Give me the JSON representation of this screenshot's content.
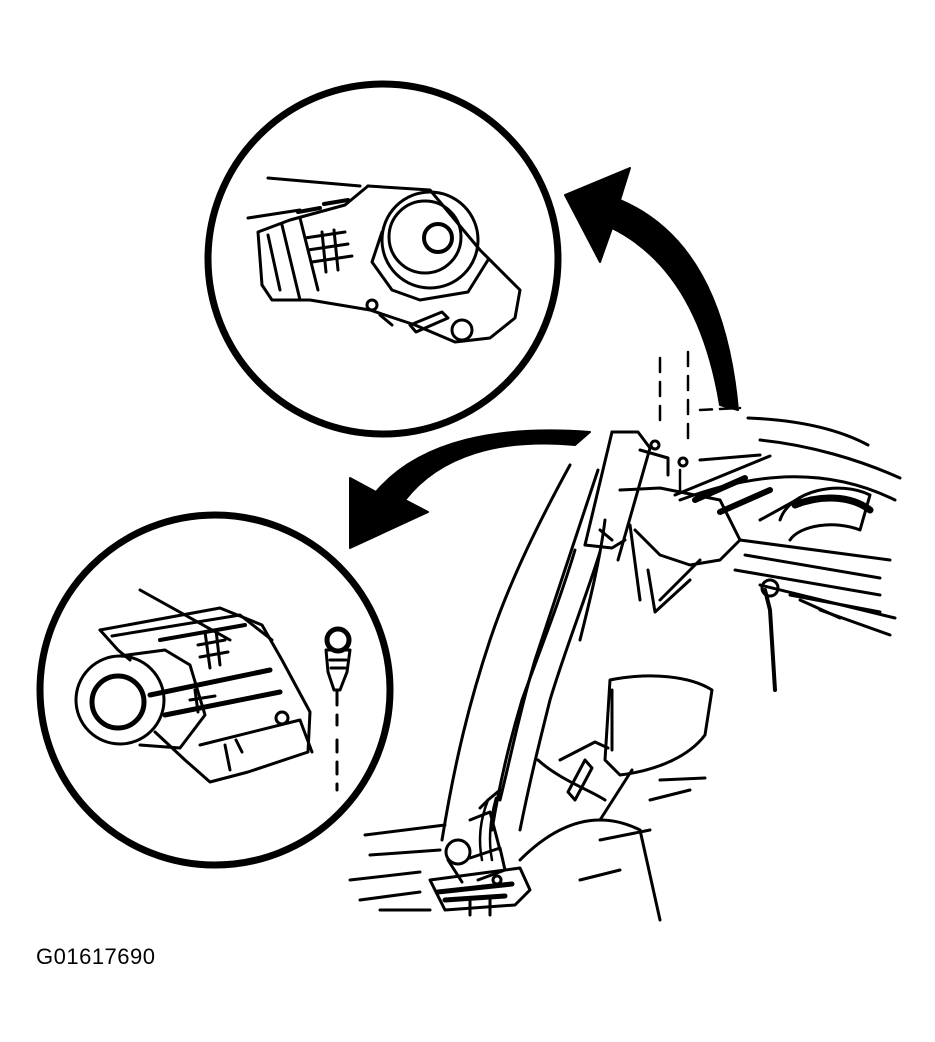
{
  "figure": {
    "id": "G01617690",
    "line_color": "#000000",
    "background": "#ffffff"
  },
  "illustration": {
    "subject": "seat-belt-retractor-install",
    "callouts": [
      {
        "name": "upper-detail-callout",
        "icon": "retractor-detail-icon"
      },
      {
        "name": "lower-detail-callout",
        "icon": "retractor-detail-icon"
      }
    ],
    "arrows": [
      "arrow-to-upper-detail",
      "arrow-to-lower-detail"
    ]
  }
}
